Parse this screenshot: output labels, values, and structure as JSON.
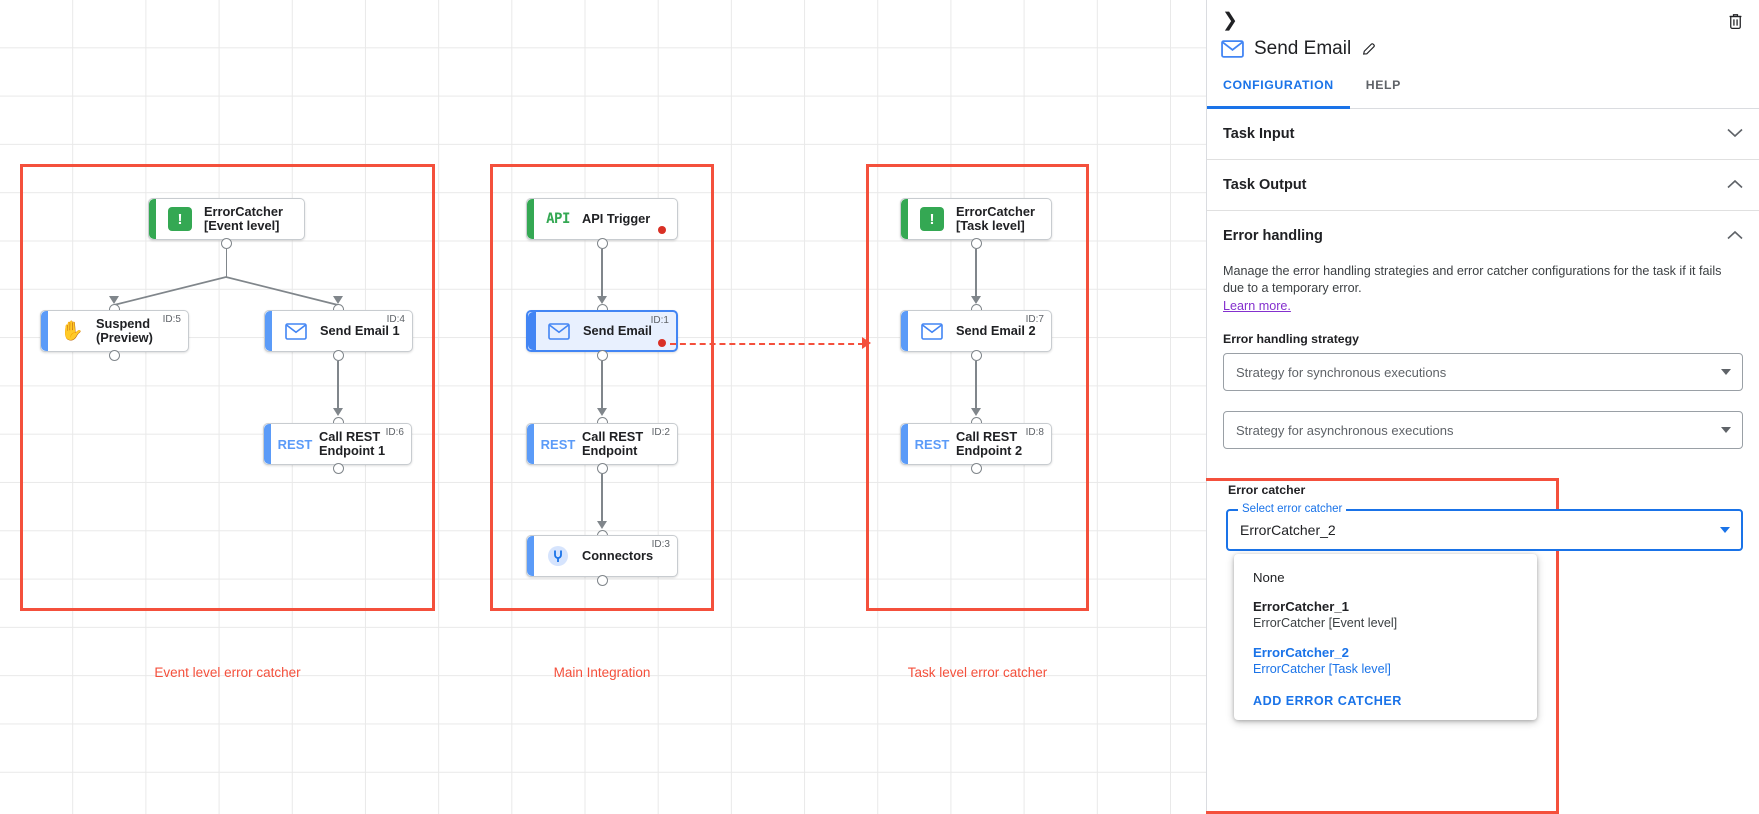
{
  "canvas": {
    "groups": [
      {
        "id": "event-level",
        "label": "Event level error catcher"
      },
      {
        "id": "main-integration",
        "label": "Main Integration"
      },
      {
        "id": "task-level",
        "label": "Task level error catcher"
      }
    ],
    "nodes": [
      {
        "key": "errorcatcher-event",
        "label": "ErrorCatcher\n[Event level]",
        "id_badge": "",
        "icon": "errorcatcher-icon",
        "accent": "green"
      },
      {
        "key": "suspend",
        "label": "Suspend\n(Preview)",
        "id_badge": "ID:5",
        "icon": "hand-icon",
        "accent": "blue"
      },
      {
        "key": "send-email-1",
        "label": "Send Email 1",
        "id_badge": "ID:4",
        "icon": "mail-icon",
        "accent": "blue"
      },
      {
        "key": "call-rest-endpoint-1",
        "label": "Call REST\nEndpoint 1",
        "id_badge": "ID:6",
        "icon": "rest-icon",
        "accent": "blue"
      },
      {
        "key": "api-trigger",
        "label": "API Trigger",
        "id_badge": "",
        "icon": "api-icon",
        "accent": "green"
      },
      {
        "key": "send-email",
        "label": "Send Email",
        "id_badge": "ID:1",
        "icon": "mail-icon",
        "accent": "blue"
      },
      {
        "key": "call-rest-endpoint",
        "label": "Call REST\nEndpoint",
        "id_badge": "ID:2",
        "icon": "rest-icon",
        "accent": "blue"
      },
      {
        "key": "connectors",
        "label": "Connectors",
        "id_badge": "ID:3",
        "icon": "connectors-icon",
        "accent": "blue"
      },
      {
        "key": "errorcatcher-task",
        "label": "ErrorCatcher\n[Task level]",
        "id_badge": "",
        "icon": "errorcatcher-icon",
        "accent": "green"
      },
      {
        "key": "send-email-2",
        "label": "Send Email 2",
        "id_badge": "ID:7",
        "icon": "mail-icon",
        "accent": "blue"
      },
      {
        "key": "call-rest-endpoint-2",
        "label": "Call REST\nEndpoint 2",
        "id_badge": "ID:8",
        "icon": "rest-icon",
        "accent": "blue"
      }
    ],
    "colors": {
      "highlight": "#f4503c",
      "green_accent": "#34a853",
      "blue_accent": "#5b9bf8",
      "selected_blue": "#4285f4",
      "error_dot": "#d93025"
    }
  },
  "panel": {
    "title": "Send Email",
    "tabs": [
      {
        "label": "CONFIGURATION",
        "active": true
      },
      {
        "label": "HELP",
        "active": false
      }
    ],
    "sections": {
      "task_input": {
        "title": "Task Input",
        "expanded": false
      },
      "task_output": {
        "title": "Task Output",
        "expanded": true
      },
      "error_handling": {
        "title": "Error handling",
        "expanded": true,
        "description": "Manage the error handling strategies and error catcher configurations for the task if it fails due to a temporary error.",
        "learn_more": "Learn more.",
        "strategy_label": "Error handling strategy",
        "sync_placeholder": "Strategy for synchronous executions",
        "async_placeholder": "Strategy for asynchronous executions"
      }
    },
    "error_catcher": {
      "title": "Error catcher",
      "select_label": "Select error catcher",
      "selected_value": "ErrorCatcher_2",
      "options": [
        {
          "primary": "None",
          "secondary": "",
          "selected": false,
          "plain": true
        },
        {
          "primary": "ErrorCatcher_1",
          "secondary": "ErrorCatcher [Event level]",
          "selected": false,
          "plain": false
        },
        {
          "primary": "ErrorCatcher_2",
          "secondary": "ErrorCatcher [Task level]",
          "selected": true,
          "plain": false
        }
      ],
      "add_action": "ADD ERROR CATCHER"
    }
  }
}
